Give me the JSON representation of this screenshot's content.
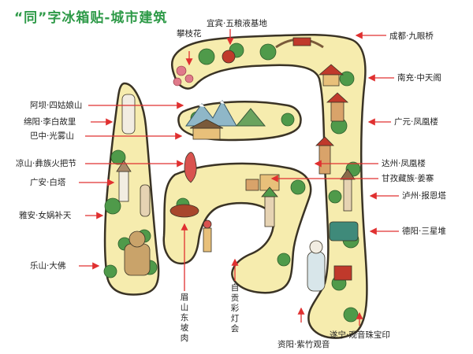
{
  "title": "“同”字冰箱贴-城市建筑",
  "colors": {
    "title": "#2e9a48",
    "arrow": "#e03030",
    "frame_fill": "#f6ecae",
    "frame_stroke": "#3a3325",
    "tree": "#4f9a4a",
    "roof": "#c0392b"
  },
  "labels": {
    "panzhihua": "攀枝花",
    "yibin": "宜宾·五粮液基地",
    "chengdu": "成都·九眼桥",
    "nanchong": "南充·中天阁",
    "aba": "阿坝·四姑娘山",
    "mianyang": "绵阳·李白故里",
    "bazhong": "巴中·光雾山",
    "guangyuan": "广元·凤凰楼",
    "liangshan": "凉山·彝族火把节",
    "dazhou": "达州·凤凰楼",
    "ganzi": "甘孜藏族·姜寨",
    "guangan": "广安·白塔",
    "luzhou": "泸州·报恩塔",
    "yaan": "雅安·女娲补天",
    "deyang": "德阳·三星堆",
    "leshan": "乐山·大佛",
    "meishan": "眉山·东坡肉",
    "zigong": "自贡·彩灯会",
    "ziyang": "资阳·紫竹观音",
    "suining": "遂宁·观音珠宝印"
  }
}
